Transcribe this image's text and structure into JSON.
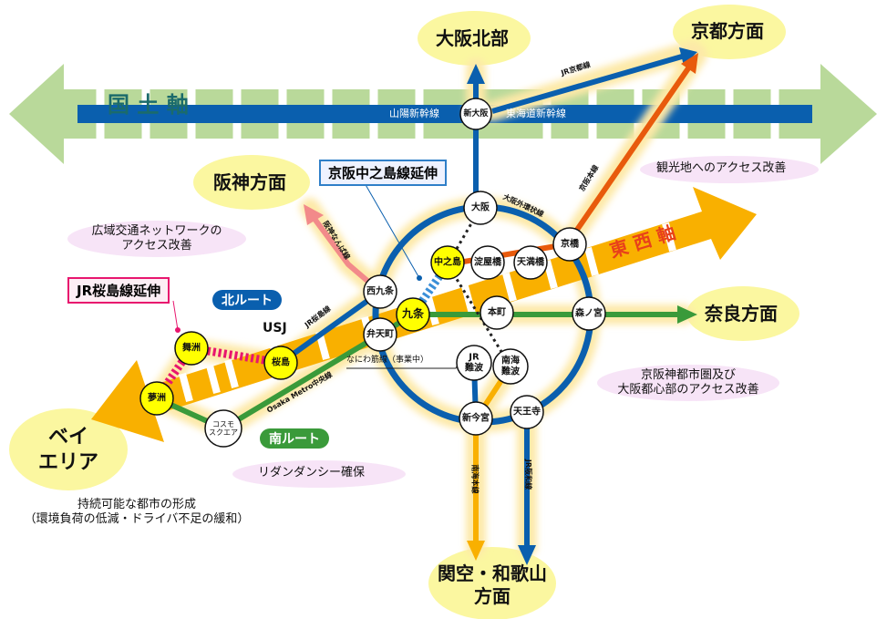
{
  "axes": {
    "national_axis": "国 土 軸",
    "east_west_axis": "東 西 軸"
  },
  "destinations": {
    "north_osaka": "大阪北部",
    "kyoto": "京都方面",
    "hanshin": "阪神方面",
    "nara": "奈良方面",
    "bay_area": [
      "ベイ",
      "エリア"
    ],
    "kanku": [
      "関空・和歌山",
      "方面"
    ]
  },
  "benefits": {
    "tourism": "観光地へのアクセス改善",
    "wide_area": [
      "広域交通ネットワークの",
      "アクセス改善"
    ],
    "keihanshin": [
      "京阪神都市圏及び",
      "大阪都心部のアクセス改善"
    ],
    "redundancy": "リダンダンシー確保",
    "sustainable": [
      "持続可能な都市の形成",
      "（環境負荷の低減・ドライバ不足の緩和）"
    ]
  },
  "callouts": {
    "keihan_extension": "京阪中之島線延伸",
    "jr_sakurajima_extension": "JR桜島線延伸",
    "naniwasuji": "なにわ筋線（事業中）"
  },
  "routes": {
    "north": "北ルート",
    "south": "南ルート"
  },
  "line_labels": {
    "sanyo_shinkansen": "山陽新幹線",
    "tokaido_shinkansen": "東海道新幹線",
    "jr_kyoto": "JR京都線",
    "keihan_main": "京阪本線",
    "loop": "大阪外環状線",
    "hanshin_namba": "阪神なんば線",
    "jr_sakurajima": "JR桜島線",
    "metro_chuo": "Osaka Metro中央線",
    "nankai_main": "南海本線",
    "jr_hanwa": "JR阪和線"
  },
  "landmarks": {
    "usj": "USJ"
  },
  "stations": {
    "shin_osaka": "新大阪",
    "osaka": "大阪",
    "nakanoshima": "中之島",
    "yodoyabashi": "淀屋橋",
    "temmabashi": "天満橋",
    "kyobashi": "京橋",
    "kujo": "九条",
    "hommachi": "本町",
    "morinomiya": "森ノ宮",
    "nishikujo": "西九条",
    "bentencho": "弁天町",
    "jr_namba": [
      "JR",
      "難波"
    ],
    "nankai_namba": [
      "南海",
      "難波"
    ],
    "shin_imamiya": "新今宮",
    "tennoji": "天王寺",
    "maishima": "舞洲",
    "sakurajima": "桜島",
    "yumeshima": "夢洲",
    "cosmosquare": [
      "コスモ",
      "スクエア"
    ]
  },
  "colors": {
    "national_axis_green": "#b9d99a",
    "jr_blue": "#0a5fae",
    "axis_orange": "#f9b000",
    "keihan_orange": "#e85a0c",
    "hanshin_pink": "#f28a8a",
    "metro_green": "#3a9a3a",
    "extension_pink": "#e8166e",
    "new_station_yellow": "#ffff00",
    "destination_yellow": "#fbf7a0",
    "benefit_lavender": "#f7e4f7"
  }
}
